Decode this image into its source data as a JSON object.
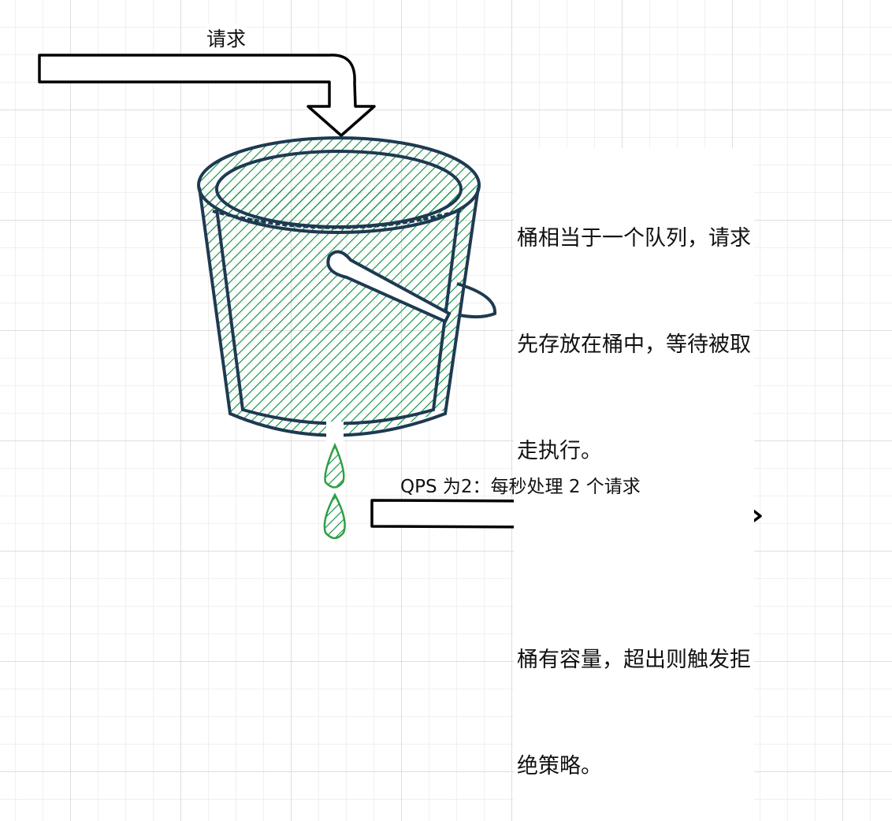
{
  "labels": {
    "request": "请求",
    "description_lines": [
      "桶相当于一个队列，请求",
      "先存放在桶中，等待被取",
      "走执行。",
      "",
      "桶有容量，超出则触发拒",
      "绝策略。"
    ],
    "qps": "QPS 为2：每秒处理 2 个请求"
  },
  "colors": {
    "bucket_stroke": "#1e3a52",
    "fill_hatch": "#0a8f3c",
    "arrow": "#000000",
    "drop": "#2f9e44"
  }
}
